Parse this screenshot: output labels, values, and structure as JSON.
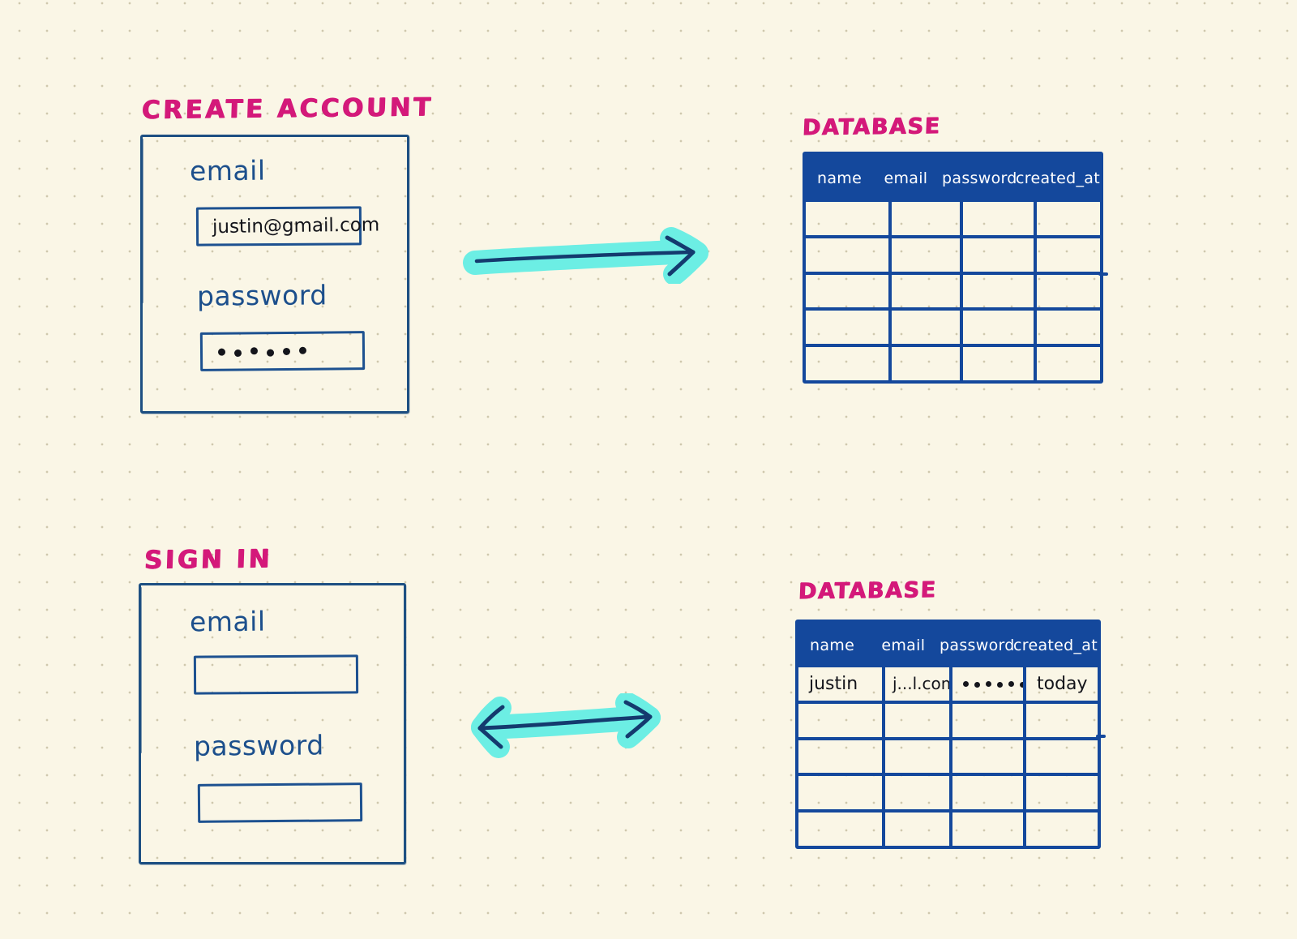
{
  "canvas": {
    "background_color": "#faf6e6",
    "dot_color": "#cfc8ad",
    "ink_blue": "#1d5190",
    "table_blue": "#14489c",
    "marker_magenta": "#d4197a",
    "highlighter_cyan": "#6ceee4"
  },
  "flows": [
    {
      "id": "create-account-flow",
      "form": {
        "title": "CREATE ACCOUNT",
        "fields": [
          {
            "label": "email",
            "value": "justin@gmail.com",
            "type": "text",
            "filled": true
          },
          {
            "label": "password",
            "value": "••••••",
            "type": "password",
            "dots": 6,
            "filled": true
          }
        ]
      },
      "arrow": {
        "name": "arrow-right",
        "direction": "right",
        "heads": 1,
        "highlighted": true
      },
      "database": {
        "title": "DATABASE",
        "columns": [
          "name",
          "email",
          "password",
          "created_at"
        ],
        "rows": [
          [
            "",
            "",
            "",
            ""
          ],
          [
            "",
            "",
            "",
            ""
          ],
          [
            "",
            "",
            "",
            ""
          ],
          [
            "",
            "",
            "",
            ""
          ],
          [
            "",
            "",
            "",
            ""
          ]
        ]
      }
    },
    {
      "id": "sign-in-flow",
      "form": {
        "title": "SIGN IN",
        "fields": [
          {
            "label": "email",
            "value": "",
            "type": "text",
            "filled": false
          },
          {
            "label": "password",
            "value": "",
            "type": "password",
            "dots": 0,
            "filled": false
          }
        ]
      },
      "arrow": {
        "name": "arrow-bidirectional",
        "direction": "both",
        "heads": 2,
        "highlighted": true
      },
      "database": {
        "title": "DATABASE",
        "columns": [
          "name",
          "email",
          "password",
          "created_at"
        ],
        "rows": [
          [
            "justin",
            "j...l.com",
            "••••••",
            "today"
          ],
          [
            "",
            "",
            "",
            ""
          ],
          [
            "",
            "",
            "",
            ""
          ],
          [
            "",
            "",
            "",
            ""
          ],
          [
            "",
            "",
            "",
            ""
          ]
        ],
        "filled_row_index": 0,
        "filled_row_password_dots": 6
      }
    }
  ]
}
